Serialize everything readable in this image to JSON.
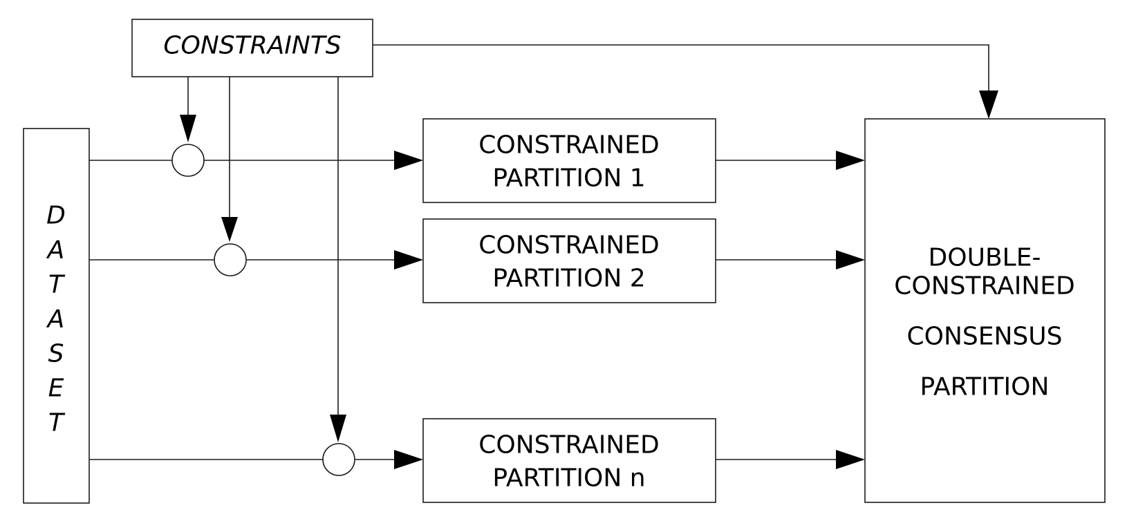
{
  "constraints": {
    "label": "CONSTRAINTS"
  },
  "dataset": {
    "letters": [
      "D",
      "A",
      "T",
      "A",
      "S",
      "E",
      "T"
    ]
  },
  "partitions": [
    {
      "lines": [
        "CONSTRAINED",
        "PARTITION 1"
      ]
    },
    {
      "lines": [
        "CONSTRAINED",
        "PARTITION 2"
      ]
    },
    {
      "lines": [
        "CONSTRAINED",
        "PARTITION n"
      ]
    }
  ],
  "consensus": {
    "lines": [
      "DOUBLE-",
      "CONSTRAINED",
      "CONSENSUS",
      "PARTITION"
    ]
  }
}
